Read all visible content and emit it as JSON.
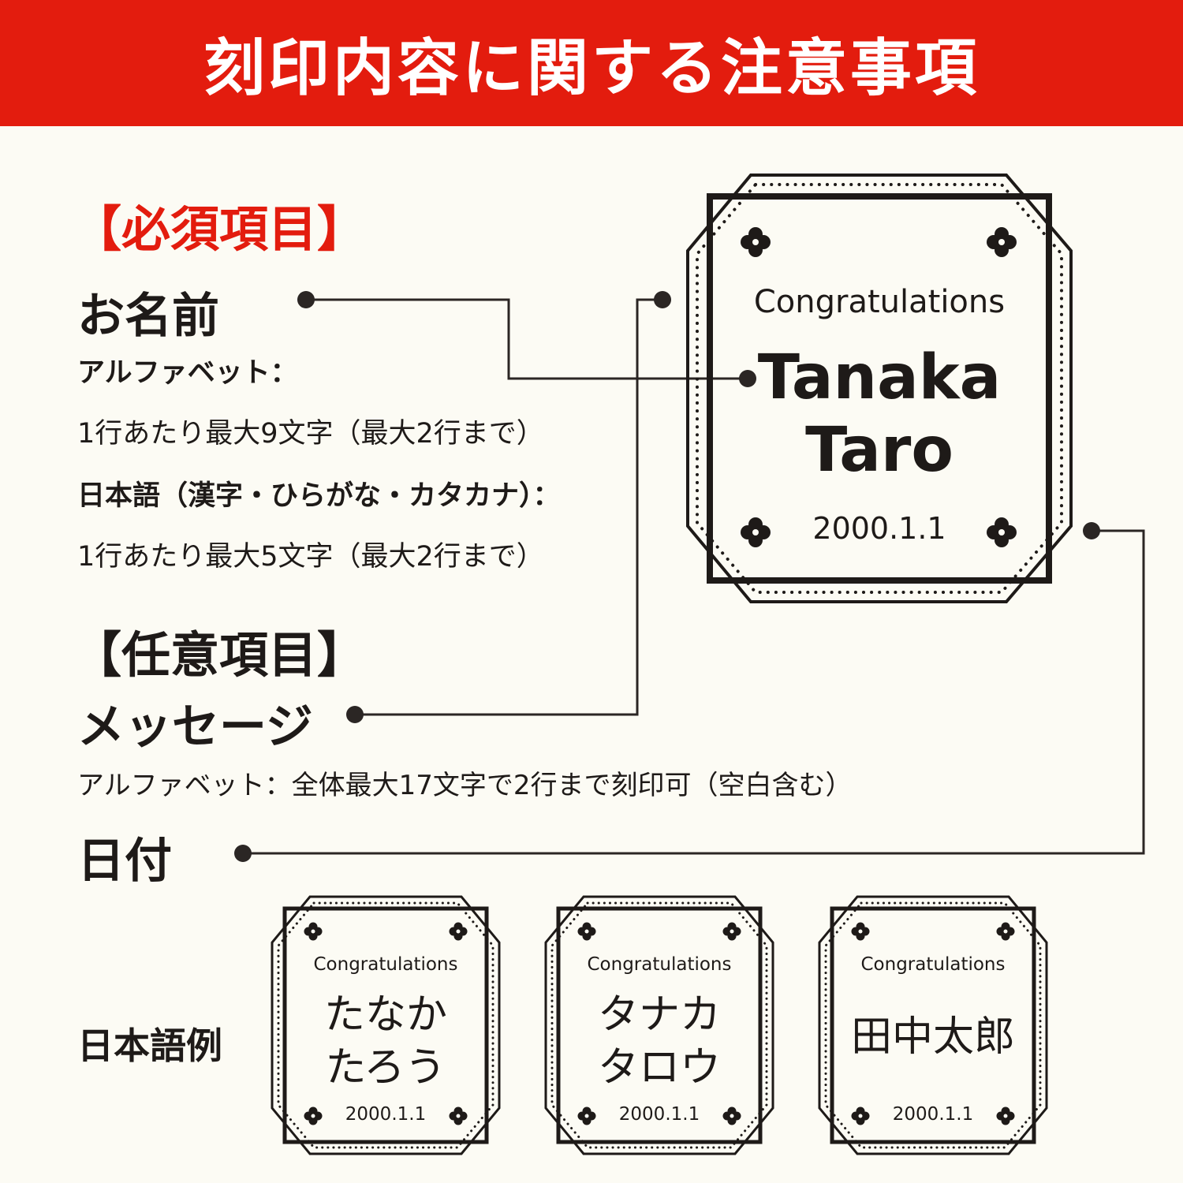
{
  "banner": {
    "title": "刻印内容に関する注意事項"
  },
  "required": {
    "heading": "【必須項目】",
    "name": {
      "label": "お名前",
      "alphabet_label": "アルファベット：",
      "alphabet_rule": "1行あたり最大9文字（最大2行まで）",
      "japanese_label": "日本語（漢字・ひらがな・カタカナ）：",
      "japanese_rule": "1行あたり最大5文字（最大2行まで）"
    }
  },
  "optional": {
    "heading": "【任意項目】",
    "message": {
      "label": "メッセージ",
      "rule": "アルファベット：全体最大17文字で2行まで刻印可（空白含む）"
    },
    "date": {
      "label": "日付"
    }
  },
  "main_stamp": {
    "message": "Congratulations",
    "name_line1": "Tanaka",
    "name_line2": "Taro",
    "date": "2000.1.1"
  },
  "japanese_examples": {
    "label": "日本語例",
    "items": [
      {
        "message": "Congratulations",
        "name_line1": "たなか",
        "name_line2": "たろう",
        "date": "2000.1.1"
      },
      {
        "message": "Congratulations",
        "name_line1": "タナカ",
        "name_line2": "タロウ",
        "date": "2000.1.1"
      },
      {
        "message": "Congratulations",
        "name_line1": "田中太郎",
        "name_line2": "",
        "date": "2000.1.1"
      }
    ]
  },
  "colors": {
    "accent_red": "#e31c0e",
    "ink": "#1e1a18",
    "background": "#fcfbf4"
  }
}
